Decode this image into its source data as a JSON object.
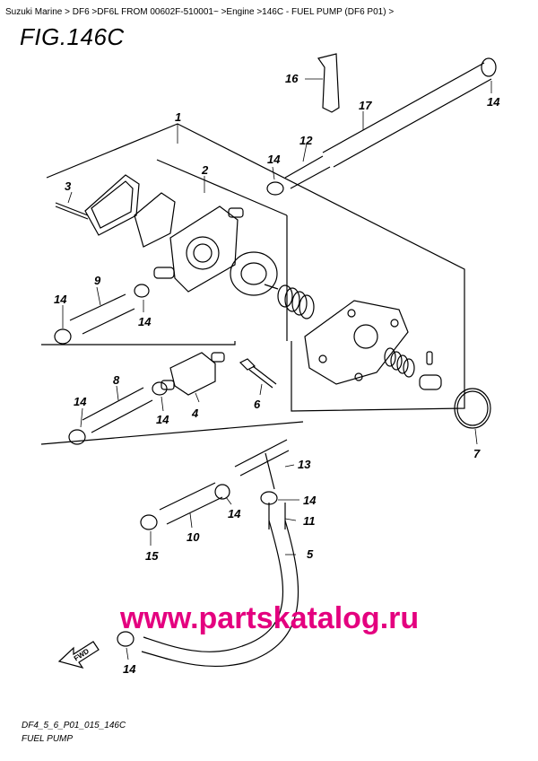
{
  "breadcrumb": {
    "text": "Suzuki Marine > DF6 >DF6L FROM 00602F-510001~ >Engine >146C - FUEL PUMP (DF6 P01) >"
  },
  "figure": {
    "title": "FIG.146C",
    "code": "DF4_5_6_P01_015_146C",
    "name": "FUEL PUMP"
  },
  "watermark": "www.partskatalog.ru",
  "fwd_label": "FWD",
  "callouts": {
    "c1": "1",
    "c2": "2",
    "c3": "3",
    "c4": "4",
    "c5": "5",
    "c6": "6",
    "c7": "7",
    "c8": "8",
    "c9": "9",
    "c10": "10",
    "c11": "11",
    "c12": "12",
    "c13": "13",
    "c14_a": "14",
    "c14_b": "14",
    "c14_c": "14",
    "c14_d": "14",
    "c14_e": "14",
    "c14_f": "14",
    "c14_g": "14",
    "c14_h": "14",
    "c14_i": "14",
    "c15": "15",
    "c16": "16",
    "c17": "17"
  },
  "colors": {
    "line": "#000000",
    "watermark": "#e4007f"
  }
}
